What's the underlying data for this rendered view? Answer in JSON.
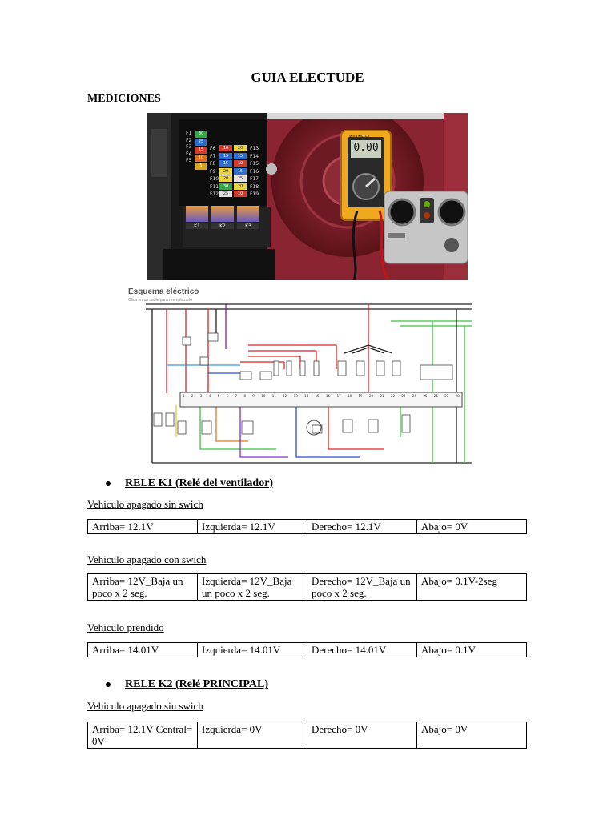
{
  "document": {
    "title": "GUIA ELECTUDE",
    "section": "MEDICIONES"
  },
  "photo": {
    "fuse_labels_left": [
      "F1",
      "F2",
      "F3",
      "F4",
      "F5"
    ],
    "fuse_labels_mid": [
      "F6",
      "F7",
      "F8",
      "F9",
      "F10",
      "F11",
      "F12"
    ],
    "fuse_labels_right": [
      "F13",
      "F14",
      "F15",
      "F16",
      "F17",
      "F18",
      "F19"
    ],
    "fuse_values_left": [
      "30",
      "25",
      "15",
      "10",
      "5"
    ],
    "fuse_values_mid": [
      "10",
      "15",
      "15",
      "20",
      "20",
      "30",
      "25"
    ],
    "fuse_values_right": [
      "20",
      "15",
      "10",
      "15",
      "25",
      "20",
      "10"
    ],
    "relay_labels": [
      "K1",
      "K2",
      "K3"
    ],
    "multimeter_display": "0.00",
    "multimeter_brand": "MULTIMETER"
  },
  "schematic": {
    "title": "Esquema eléctrico",
    "subtitle": "Clica en un cable para reemplazarlo",
    "connector_numbers": [
      "1",
      "2",
      "3",
      "4",
      "5",
      "6",
      "7",
      "8",
      "9",
      "10",
      "11",
      "12",
      "13",
      "14",
      "15",
      "16",
      "17",
      "18",
      "19",
      "20",
      "21",
      "22",
      "23",
      "24",
      "25",
      "26",
      "27",
      "28"
    ]
  },
  "relays": [
    {
      "heading": "RELE K1 (Relé del ventilador)",
      "blocks": [
        {
          "label": "Vehiculo apagado sin swich",
          "cells": [
            "Arriba= 12.1V",
            "Izquierda= 12.1V",
            "Derecho= 12.1V",
            "Abajo= 0V"
          ]
        },
        {
          "label": "Vehiculo apagado con swich",
          "cells": [
            "Arriba= 12V_Baja un poco x 2 seg.",
            "Izquierda= 12V_Baja un poco x 2 seg.",
            "Derecho= 12V_Baja un poco x 2 seg.",
            "Abajo= 0.1V-2seg"
          ]
        },
        {
          "label": "Vehiculo prendido",
          "cells": [
            "Arriba= 14.01V",
            "Izquierda= 14.01V",
            "Derecho= 14.01V",
            "Abajo= 0.1V"
          ]
        }
      ]
    },
    {
      "heading": "RELE K2 (Relé PRINCIPAL)",
      "blocks": [
        {
          "label": "Vehiculo apagado sin swich",
          "cells": [
            "Arriba= 12.1V Central= 0V",
            "Izquierda= 0V",
            "Derecho= 0V",
            "Abajo= 0V"
          ]
        }
      ]
    }
  ]
}
